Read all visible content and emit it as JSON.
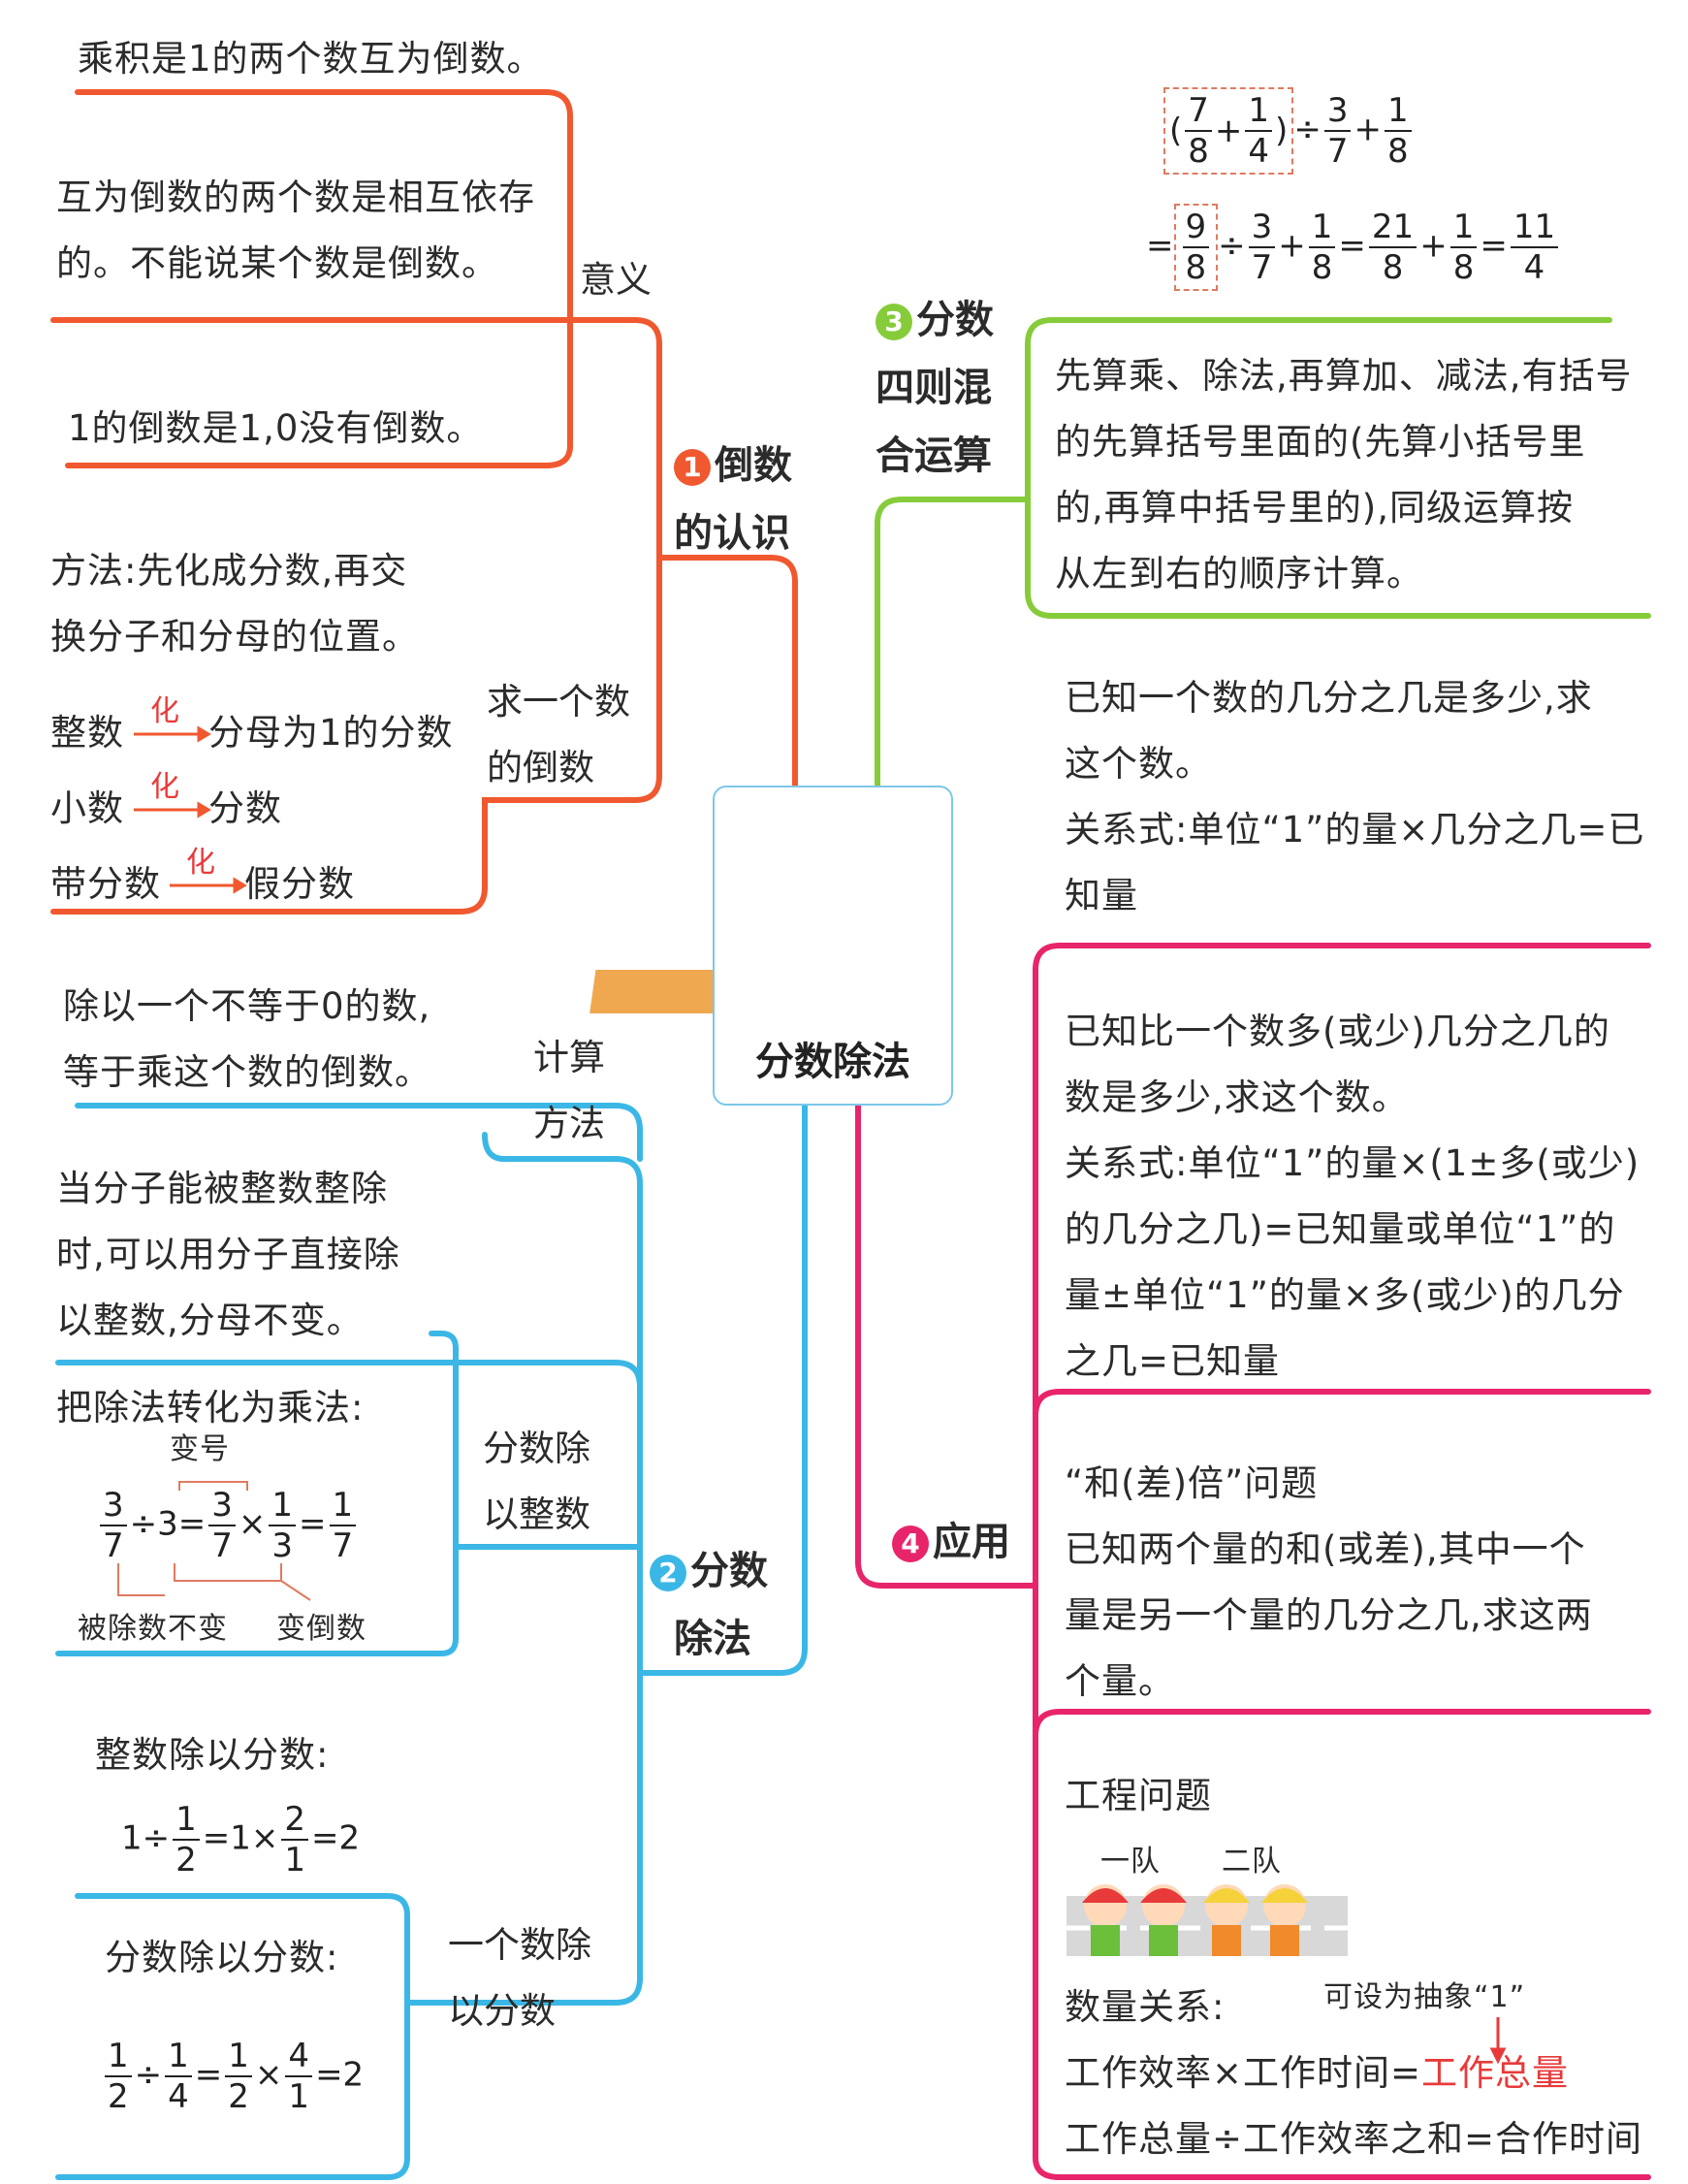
{
  "center": {
    "title": "分数除法"
  },
  "b1": {
    "num": "1",
    "title": "倒数\n的认识",
    "title_l1": "倒数",
    "title_l2": "的认识",
    "meaning_label": "意义",
    "meaning_items": [
      "乘积是1的两个数互为倒数。",
      "互为倒数的两个数是相互依存",
      "的。不能说某个数是倒数。",
      "1的倒数是1,0没有倒数。"
    ],
    "find_label_l1": "求一个数",
    "find_label_l2": "的倒数",
    "method_l1": "方法:先化成分数,再交",
    "method_l2": "换分子和分母的位置。",
    "conv": [
      {
        "from": "整数",
        "arrow": "化",
        "to": "分母为1的分数"
      },
      {
        "from": "小数",
        "arrow": "化",
        "to": "分数"
      },
      {
        "from": "带分数",
        "arrow": "化",
        "to": "假分数"
      }
    ]
  },
  "b2": {
    "num": "2",
    "title_l1": "分数",
    "title_l2": "除法",
    "calc_label_l1": "计算",
    "calc_label_l2": "方法",
    "calc_l1": "除以一个不等于0的数,",
    "calc_l2": "等于乘这个数的倒数。",
    "fi_label_l1": "分数除",
    "fi_label_l2": "以整数",
    "fi_l1": "当分子能被整数整除",
    "fi_l2": "时,可以用分子直接除",
    "fi_l3": "以整数,分母不变。",
    "fi_l4": "把除法转化为乘法:",
    "fi_bianhao": "变号",
    "fi_note1": "被除数不变",
    "fi_note2": "变倒数",
    "nf_label_l1": "一个数除",
    "nf_label_l2": "以分数",
    "nf_int": "整数除以分数:",
    "nf_frac": "分数除以分数:"
  },
  "b3": {
    "num": "3",
    "title_l1": "分数",
    "title_l2": "四则混",
    "title_l3": "合运算",
    "rule_l1": "先算乘、除法,再算加、减法,有括号",
    "rule_l2": "的先算括号里面的(先算小括号里",
    "rule_l3": "的,再算中括号里的),同级运算按",
    "rule_l4": "从左到右的顺序计算。"
  },
  "b4": {
    "num": "4",
    "title": "应用",
    "a_l1": "已知一个数的几分之几是多少,求",
    "a_l2": "这个数。",
    "a_l3": "关系式:单位“1”的量×几分之几=已",
    "a_l4": "知量",
    "b_l1": "已知比一个数多(或少)几分之几的",
    "b_l2": "数是多少,求这个数。",
    "b_l3": "关系式:单位“1”的量×(1±多(或少)",
    "b_l4": "的几分之几)=已知量或单位“1”的",
    "b_l5": "量±单位“1”的量×多(或少)的几分",
    "b_l6": "之几=已知量",
    "c_l1": "“和(差)倍”问题",
    "c_l2": "已知两个量的和(或差),其中一个",
    "c_l3": "量是另一个量的几分之几,求这两",
    "c_l4": "个量。",
    "d_l1": "工程问题",
    "team1": "一队",
    "team2": "二队",
    "d_l2": "数量关系:",
    "d_note": "可设为抽象“1”",
    "d_l3a": "工作效率×工作时间=",
    "d_l3b": "工作总量",
    "d_l4": "工作总量÷工作效率之和=合作时间"
  },
  "colors": {
    "orange": "#f0582f",
    "blue": "#3bb7e6",
    "green": "#86cc3a",
    "pink": "#e8246b"
  }
}
